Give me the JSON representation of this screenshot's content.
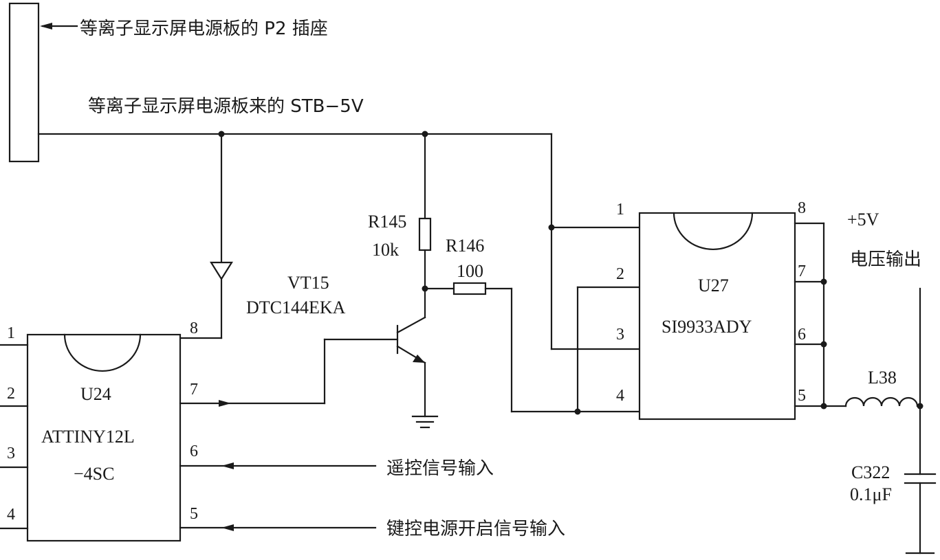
{
  "labels": {
    "p2_socket": "等离子显示屏电源板的 P2 插座",
    "stb_5v": "等离子显示屏电源板来的 STB−5V",
    "r145_name": "R145",
    "r145_value": "10k",
    "r146_name": "R146",
    "r146_value": "100",
    "vt15_name": "VT15",
    "vt15_part": "DTC144EKA",
    "u24_name": "U24",
    "u24_part_line1": "ATTINY12L",
    "u24_part_line2": "−4SC",
    "u27_name": "U27",
    "u27_part": "SI9933ADY",
    "vout": "+5V",
    "vout_desc": "电压输出",
    "l38_name": "L38",
    "c322_name": "C322",
    "c322_value": "0.1μF",
    "remote_input": "遥控信号输入",
    "key_power_input": "键控电源开启信号输入"
  },
  "u24_pins": {
    "p1": "1",
    "p2": "2",
    "p3": "3",
    "p4": "4",
    "p5": "5",
    "p6": "6",
    "p7": "7",
    "p8": "8"
  },
  "u27_pins": {
    "p1": "1",
    "p2": "2",
    "p3": "3",
    "p4": "4",
    "p5": "5",
    "p6": "6",
    "p7": "7",
    "p8": "8"
  }
}
